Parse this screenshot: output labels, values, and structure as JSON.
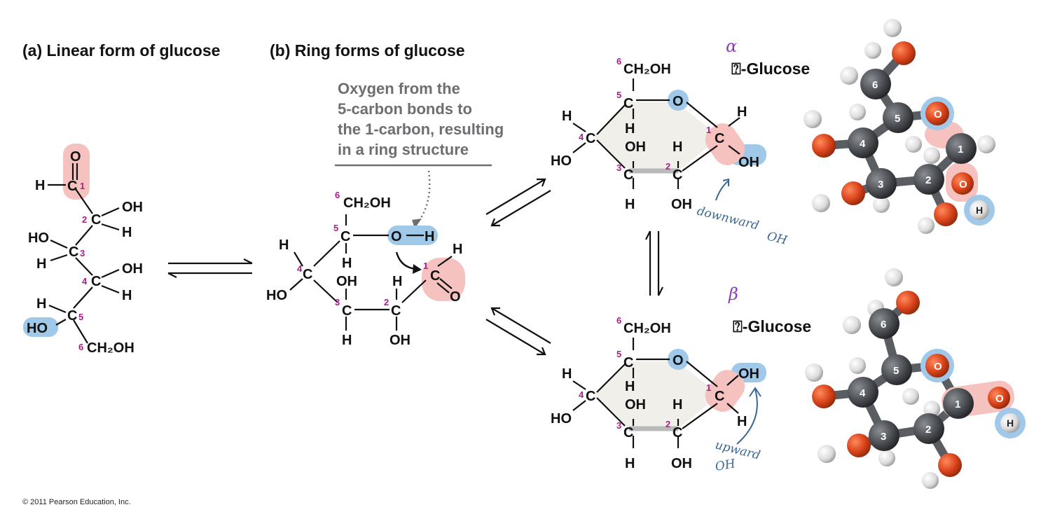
{
  "titles": {
    "a": "(a) Linear form of glucose",
    "b": "(b) Ring forms of glucose"
  },
  "note": {
    "line1": "Oxygen from the",
    "line2": "5-carbon bonds to",
    "line3": "the 1-carbon, resulting",
    "line4": "in a ring structure"
  },
  "atoms": {
    "C": "C",
    "H": "H",
    "O": "O",
    "OH": "OH",
    "HO": "HO",
    "CH2OH": "CH₂OH"
  },
  "carbon_numbers": [
    "1",
    "2",
    "3",
    "4",
    "5",
    "6"
  ],
  "alpha": {
    "label": "⍰-Glucose",
    "symbol": "α",
    "annotation_line1": "downward",
    "annotation_line2": "OH"
  },
  "beta": {
    "label": "⍰-Glucose",
    "symbol": "β",
    "annotation_line1": "upward",
    "annotation_line2": "OH"
  },
  "copyright": "© 2011 Pearson Education, Inc.",
  "colors": {
    "pink_highlight": "#f6c2c0",
    "blue_highlight": "#9fc8e9",
    "carbon_number": "#b0198f",
    "oxygen_ball": "#d9421a",
    "carbon_ball": "#4a4d52",
    "hydrogen_ball": "#e6e6e6",
    "handwriting": "#3a6896",
    "greek_symbol": "#8b3fb0",
    "note_text": "#6d6e71",
    "ring_fill": "#f1efe9"
  }
}
